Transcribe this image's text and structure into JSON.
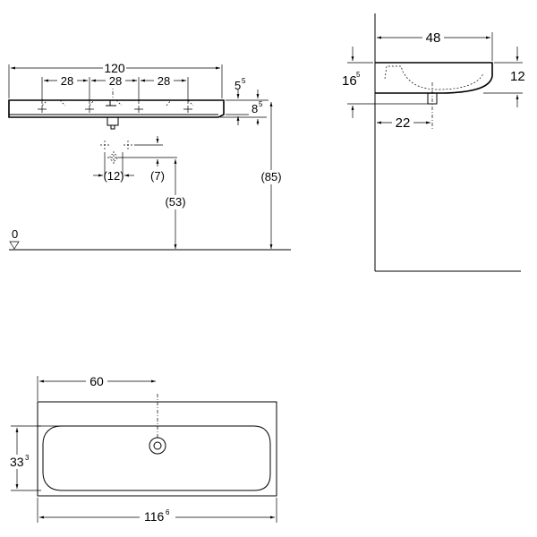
{
  "front": {
    "width_total": "120",
    "spacing_1": "28",
    "spacing_2": "28",
    "spacing_3": "28",
    "dim_5_5_main": "5",
    "dim_5_5_sup": "5",
    "dim_8_5_main": "8",
    "dim_8_5_sup": "5",
    "dim_12": "(12)",
    "dim_7": "(7)",
    "dim_53": "(53)",
    "dim_85": "(85)",
    "floor_level": "0"
  },
  "side": {
    "depth": "48",
    "dim_16_5_main": "16",
    "dim_16_5_sup": "5",
    "dim_12": "12",
    "dim_22": "22"
  },
  "top": {
    "center": "60",
    "dim_33_3_main": "33",
    "dim_33_3_sup": "3",
    "dim_116_6_main": "116",
    "dim_116_6_sup": "6"
  }
}
